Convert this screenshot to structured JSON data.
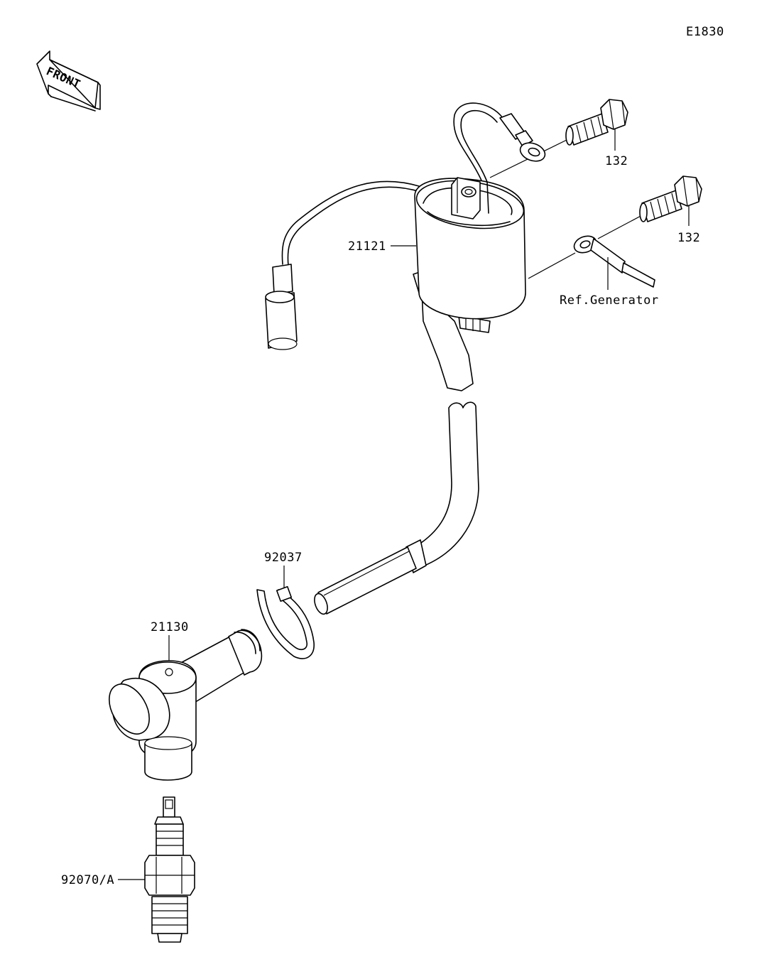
{
  "diagram_code": "E1830",
  "front_badge": "FRONT",
  "callouts": {
    "bolt_upper": "132",
    "bolt_lower": "132",
    "ignition_coil": "21121",
    "ref_generator": "Ref.Generator",
    "clamp": "92037",
    "plug_cap": "21130",
    "spark_plug": "92070/A"
  },
  "colors": {
    "ink": "#000000",
    "paper": "#ffffff"
  }
}
